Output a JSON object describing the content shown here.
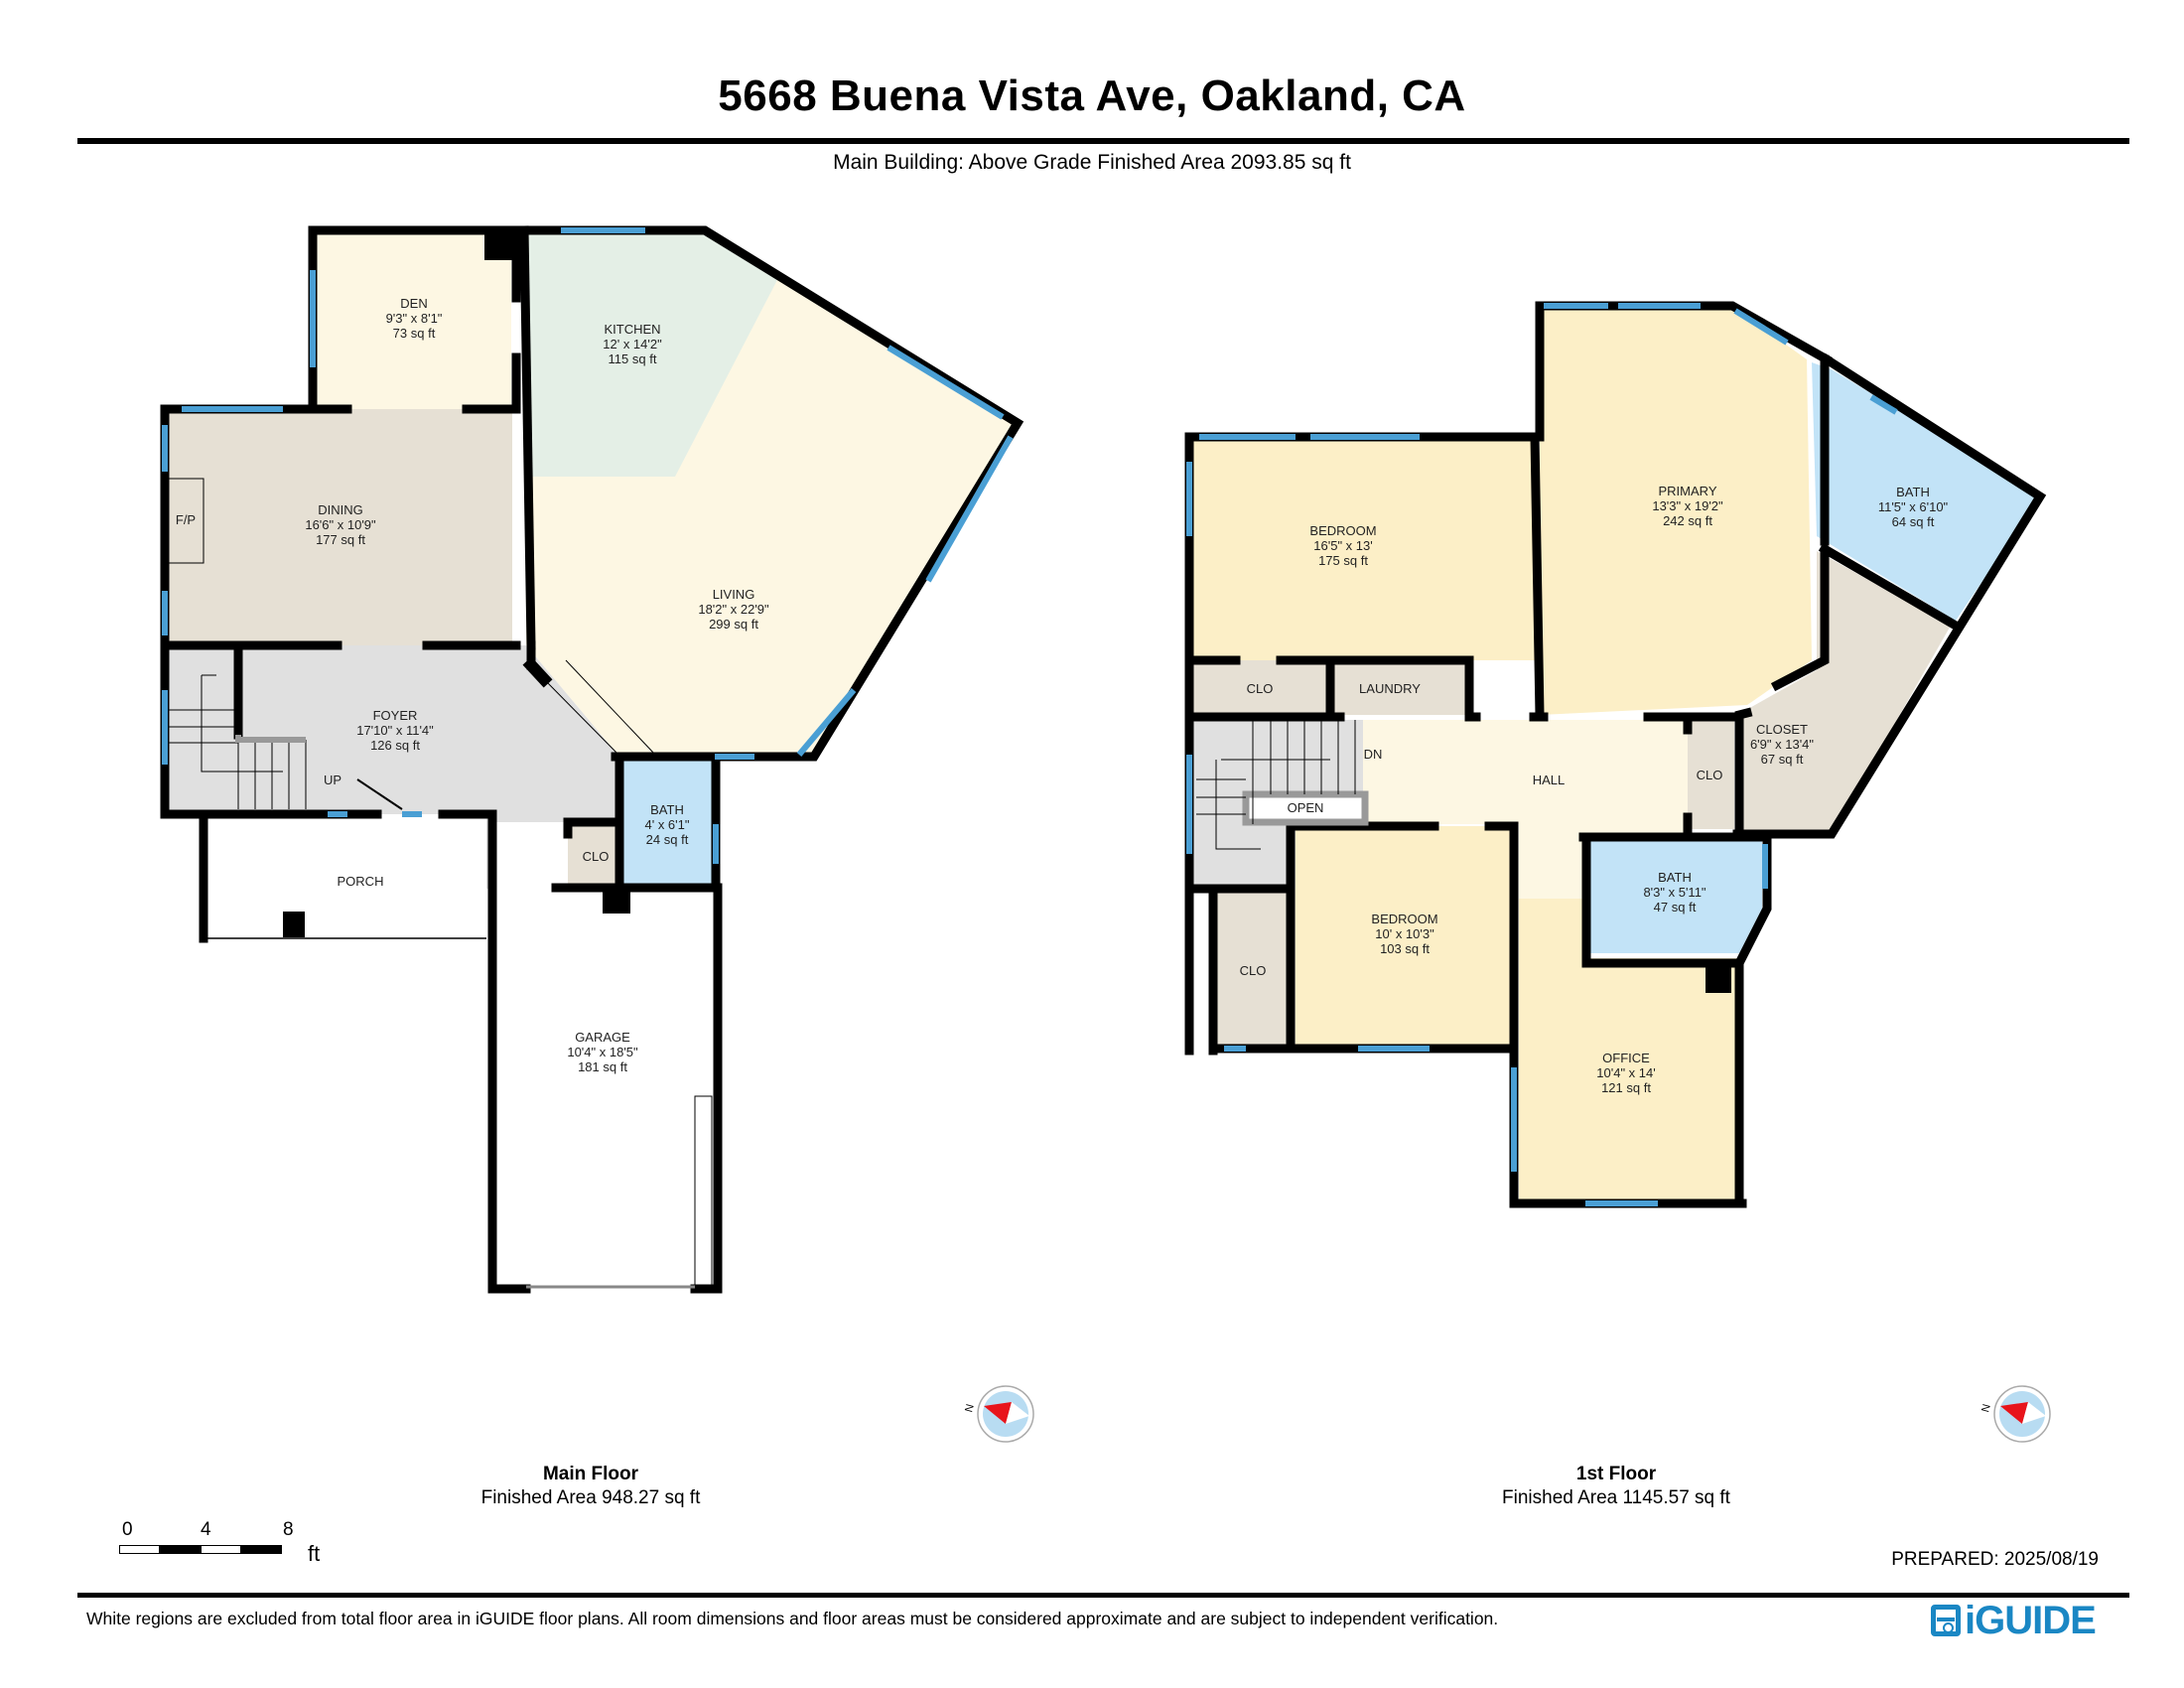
{
  "header": {
    "title": "5668 Buena Vista Ave, Oakland, CA",
    "subtitle": "Main Building: Above Grade Finished Area 2093.85 sq ft"
  },
  "floors": [
    {
      "name": "Main Floor",
      "finished_area": "Finished Area 948.27 sq ft",
      "rooms": [
        {
          "name": "DEN",
          "dims": "9'3\" x 8'1\"",
          "area": "73 sq ft"
        },
        {
          "name": "KITCHEN",
          "dims": "12' x 14'2\"",
          "area": "115 sq ft"
        },
        {
          "name": "DINING",
          "dims": "16'6\" x 10'9\"",
          "area": "177 sq ft"
        },
        {
          "name": "LIVING",
          "dims": "18'2\" x 22'9\"",
          "area": "299 sq ft"
        },
        {
          "name": "FOYER",
          "dims": "17'10\" x 11'4\"",
          "area": "126 sq ft"
        },
        {
          "name": "BATH",
          "dims": "4' x 6'1\"",
          "area": "24 sq ft"
        },
        {
          "name": "GARAGE",
          "dims": "10'4\" x 18'5\"",
          "area": "181 sq ft"
        }
      ],
      "labels": {
        "porch": "PORCH",
        "clo": "CLO",
        "fp": "F/P",
        "up": "UP"
      }
    },
    {
      "name": "1st Floor",
      "finished_area": "Finished Area 1145.57 sq ft",
      "rooms": [
        {
          "name": "BEDROOM",
          "dims": "16'5\" x 13'",
          "area": "175 sq ft"
        },
        {
          "name": "PRIMARY",
          "dims": "13'3\" x 19'2\"",
          "area": "242 sq ft"
        },
        {
          "name": "BATH",
          "dims": "11'5\" x 6'10\"",
          "area": "64 sq ft"
        },
        {
          "name": "CLOSET",
          "dims": "6'9\" x 13'4\"",
          "area": "67 sq ft"
        },
        {
          "name": "BEDROOM",
          "dims": "10' x 10'3\"",
          "area": "103 sq ft"
        },
        {
          "name": "BATH",
          "dims": "8'3\" x 5'11\"",
          "area": "47 sq ft"
        },
        {
          "name": "OFFICE",
          "dims": "10'4\" x 14'",
          "area": "121 sq ft"
        }
      ],
      "labels": {
        "clo": "CLO",
        "laundry": "LAUNDRY",
        "hall": "HALL",
        "dn": "DN",
        "open": "OPEN"
      }
    }
  ],
  "compass": {
    "north_label": "N"
  },
  "scale_bar": {
    "ticks": [
      "0",
      "4",
      "8"
    ],
    "unit": "ft"
  },
  "footer": {
    "prepared": "PREPARED: 2025/08/19",
    "disclaimer": "White regions are excluded from total floor area in iGUIDE floor plans. All room dimensions and floor areas must be considered approximate and are subject to independent verification.",
    "logo": "iGUIDE"
  },
  "colors": {
    "wall": "#000000",
    "window": "#4a9fd4",
    "bedroom_fill": "#fcefc7",
    "living_fill": "#fdf7e3",
    "kitchen_fill": "#e4efe6",
    "dining_fill": "#e6e0d4",
    "foyer_fill": "#e0e0e0",
    "bath_fill": "#c2e3f7",
    "closet_fill": "#e6e0d4",
    "brand": "#1a87c4",
    "compass_red": "#e8141b"
  }
}
